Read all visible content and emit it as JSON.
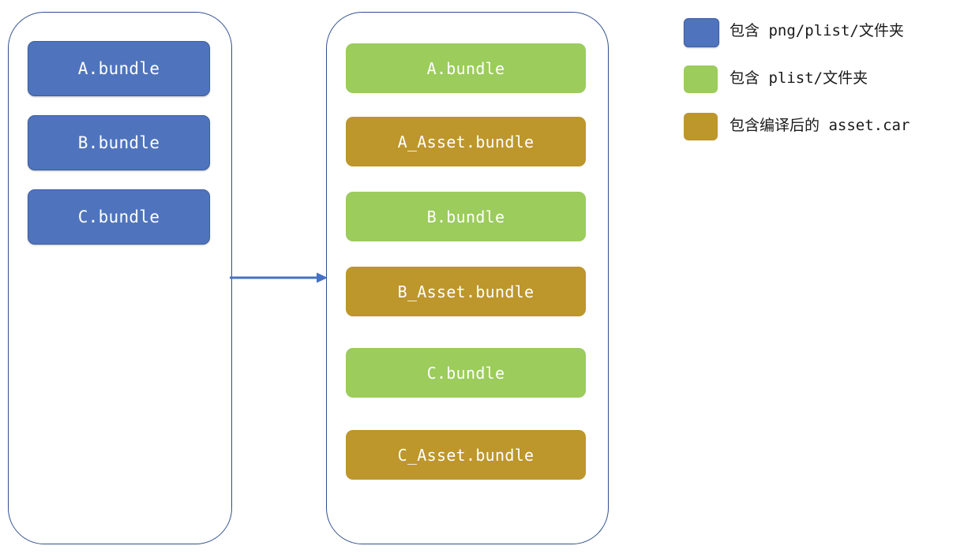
{
  "diagram": {
    "colors": {
      "container_border": "#2e4f8f",
      "blue": "#4f74bd",
      "green": "#9bcc5c",
      "gold": "#bd962c",
      "arrow": "#4472c4",
      "chip_text": "#ffffff",
      "background": "#ffffff"
    },
    "left_group": {
      "name": "before-split-bundles",
      "items": [
        {
          "label": "A.bundle",
          "color": "blue"
        },
        {
          "label": "B.bundle",
          "color": "blue"
        },
        {
          "label": "C.bundle",
          "color": "blue"
        }
      ]
    },
    "arrow": {
      "name": "transform-arrow",
      "direction": "right",
      "label": ""
    },
    "right_group": {
      "name": "after-split-bundles",
      "items": [
        {
          "label": "A.bundle",
          "color": "green"
        },
        {
          "label": "A_Asset.bundle",
          "color": "gold"
        },
        {
          "label": "B.bundle",
          "color": "green"
        },
        {
          "label": "B_Asset.bundle",
          "color": "gold"
        },
        {
          "label": "C.bundle",
          "color": "green"
        },
        {
          "label": "C_Asset.bundle",
          "color": "gold"
        }
      ]
    },
    "legend": {
      "items": [
        {
          "color": "blue",
          "label": "包含 png/plist/文件夹"
        },
        {
          "color": "green",
          "label": "包含 plist/文件夹"
        },
        {
          "color": "gold",
          "label": "包含编译后的 asset.car"
        }
      ]
    }
  }
}
